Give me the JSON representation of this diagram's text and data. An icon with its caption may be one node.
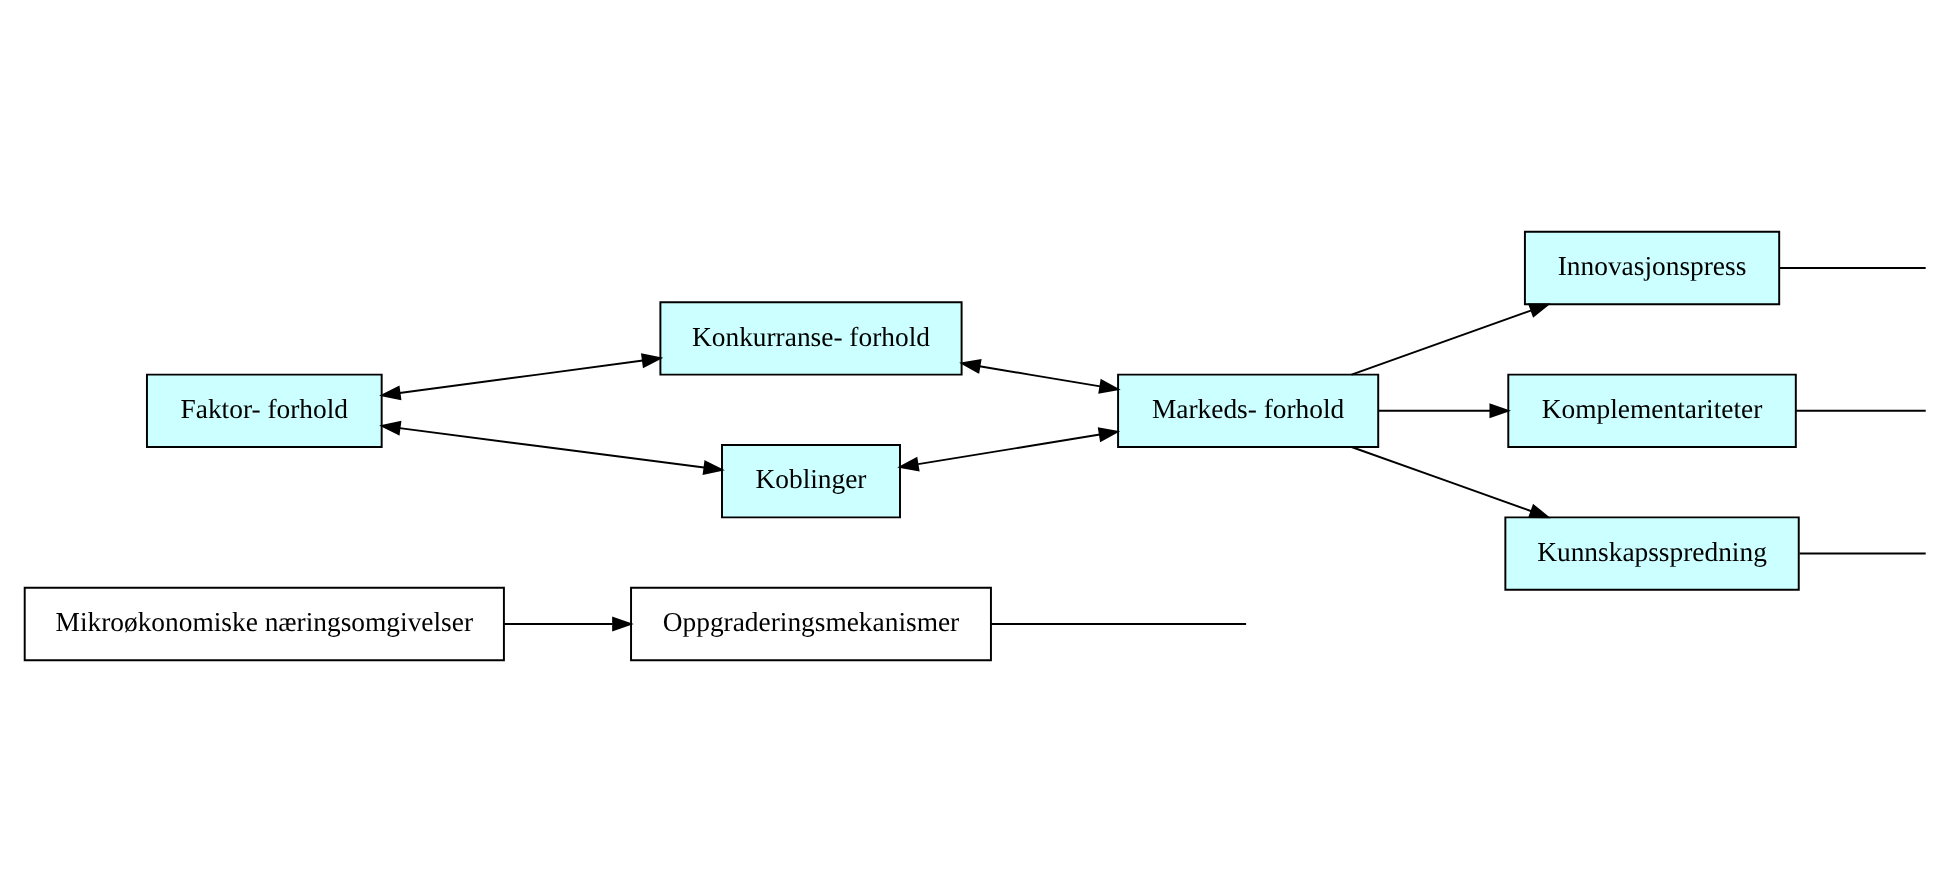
{
  "diagram": {
    "nodes": [
      {
        "text": [
          "Mikroøkonomiske næringsomgivelser"
        ]
      },
      {
        "text": [
          "Oppgraderingsmekanismer"
        ]
      },
      {
        "text": [
          "Konkurranse- forhold"
        ]
      },
      {
        "text": [
          "Faktor- forhold"
        ]
      },
      {
        "text": [
          "Markeds- forhold"
        ]
      },
      {
        "text": [
          "Koblinger"
        ]
      },
      {
        "text": [
          "Innovasjonspress"
        ]
      },
      {
        "text": [
          "Komplementariteter"
        ]
      },
      {
        "text": [
          "Kunnskapsspredning"
        ]
      }
    ],
    "edges": [
      {
        "from": 0,
        "to": 1,
        "arrow": "to"
      },
      {
        "from": 1,
        "to": null,
        "arrow": "none"
      },
      {
        "from": 3,
        "to": 2,
        "arrow": "both"
      },
      {
        "from": 2,
        "to": 4,
        "arrow": "both"
      },
      {
        "from": 3,
        "to": 5,
        "arrow": "both"
      },
      {
        "from": 5,
        "to": 4,
        "arrow": "both"
      },
      {
        "from": 4,
        "to": 6,
        "arrow": "to"
      },
      {
        "from": 4,
        "to": 7,
        "arrow": "to"
      },
      {
        "from": 4,
        "to": 8,
        "arrow": "to"
      },
      {
        "from": 6,
        "to": null,
        "arrow": "none"
      },
      {
        "from": 7,
        "to": null,
        "arrow": "none"
      },
      {
        "from": 8,
        "to": null,
        "arrow": "none"
      }
    ]
  }
}
